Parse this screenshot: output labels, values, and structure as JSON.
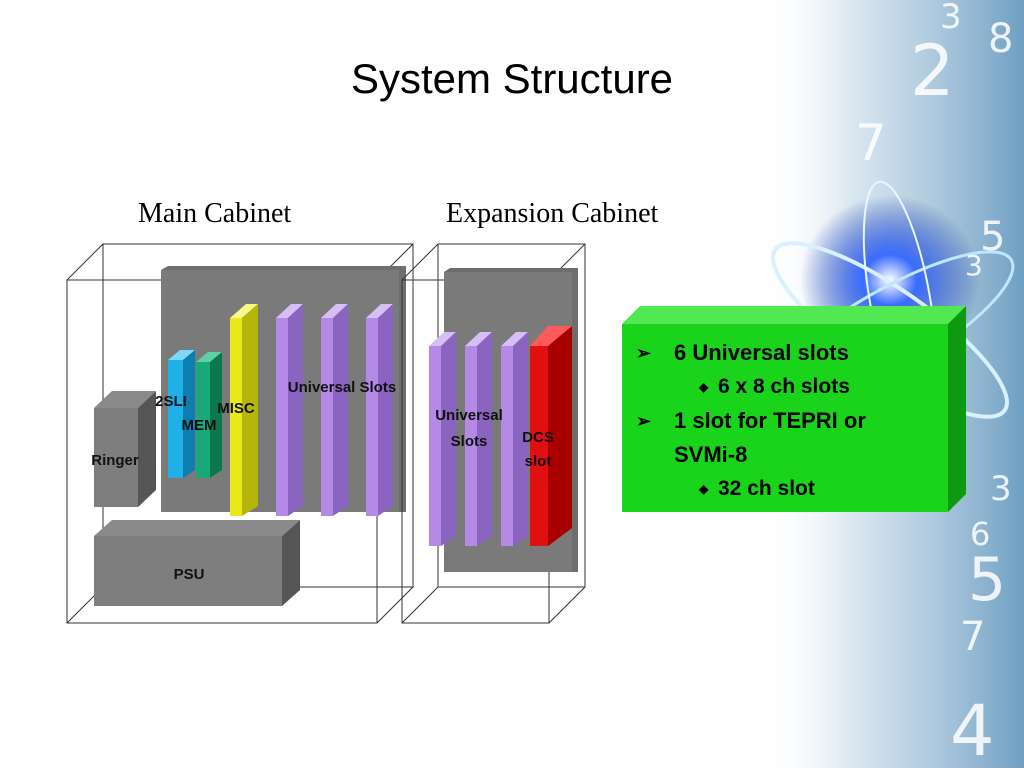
{
  "slide": {
    "title": "System Structure"
  },
  "diagram": {
    "main_cabinet_title": "Main Cabinet",
    "expansion_cabinet_title": "Expansion Cabinet",
    "main_cabinet": {
      "ringer": "Ringer",
      "card_2sli": "2SLI",
      "card_mem": "MEM",
      "card_misc": "MISC",
      "universal_slots": "Universal Slots",
      "psu": "PSU"
    },
    "expansion_cabinet": {
      "universal_slots_line1": "Universal",
      "universal_slots_line2": "Slots",
      "dcs_line1": "DCS",
      "dcs_line2": "slot"
    }
  },
  "info_box": {
    "items": [
      {
        "text": "6 Universal slots",
        "level": 1
      },
      {
        "text": "6 x 8 ch slots",
        "level": 2
      },
      {
        "text": "1 slot for TEPRI or",
        "level": 1
      },
      {
        "text": "SVMi-8",
        "level": 1,
        "continuation": true
      },
      {
        "text": "32 ch slot",
        "level": 2
      }
    ],
    "bullet_l1": "➢",
    "bullet_l2": "◆"
  },
  "decoration": {
    "digits": [
      "3",
      "8",
      "2",
      "7",
      "5",
      "3",
      "3",
      "6",
      "5",
      "7",
      "4"
    ]
  },
  "colors": {
    "card_2sli": "#1fb0e8",
    "card_mem": "#1aa878",
    "card_misc": "#e8e81a",
    "universal_slot": "#b48ae6",
    "dcs_slot": "#e01010",
    "cabinet_back": "#707070",
    "info_box": "#19d41a"
  }
}
